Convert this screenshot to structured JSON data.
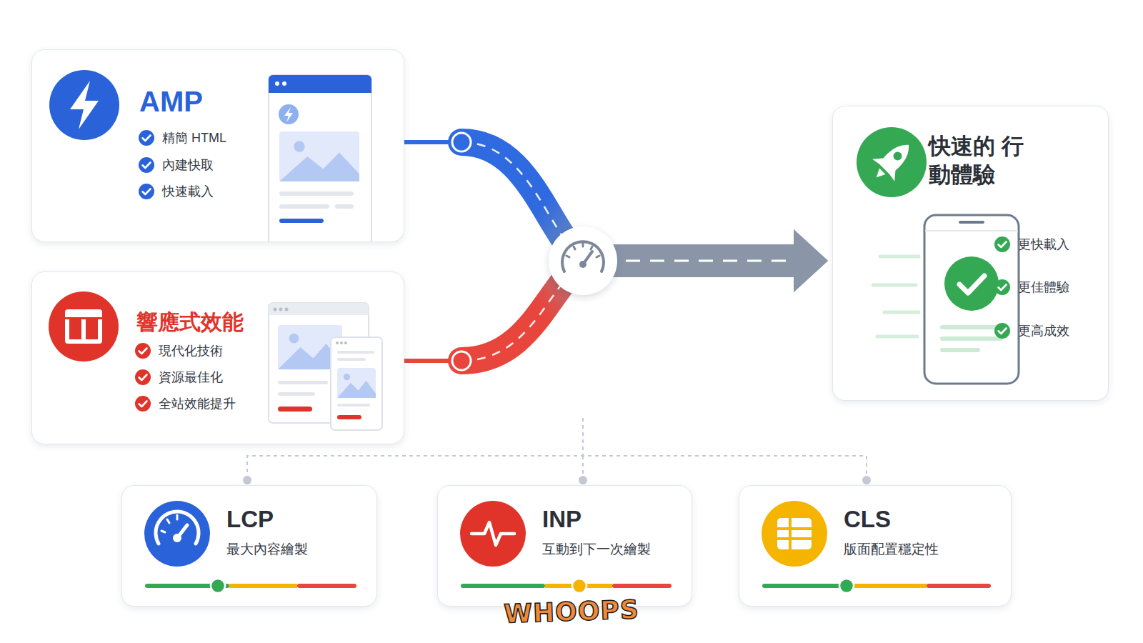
{
  "diagram": {
    "nodes": [
      {
        "text": [
          "AMP",
          "精簡 HTML",
          "內建快取",
          "快速載入"
        ]
      },
      {
        "text": [
          "響應式效能",
          "現代化技術",
          "資源最佳化",
          "全站效能提升"
        ]
      },
      {
        "text": [
          "快速的 行動體驗",
          "更快載入",
          "更佳體驗",
          "更高成效"
        ]
      },
      {
        "text": [
          "LCP",
          "最大內容繪製"
        ]
      },
      {
        "text": [
          "INP",
          "互動到下一次繪製"
        ]
      },
      {
        "text": [
          "CLS",
          "版面配置穩定性"
        ]
      }
    ],
    "edges": [
      {
        "from": 0,
        "to": 2,
        "arrow": "to"
      },
      {
        "from": 1,
        "to": 2,
        "arrow": "to"
      }
    ],
    "labels": [
      "WHOOPS"
    ]
  }
}
